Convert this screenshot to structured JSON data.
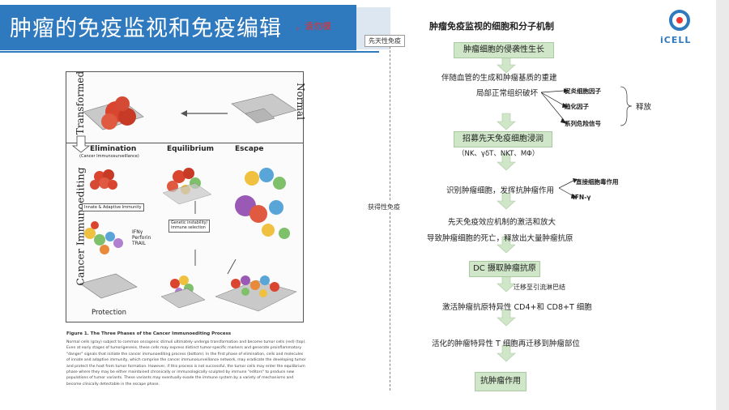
{
  "header": {
    "title": "肿瘤的免疫监视和免疫编辑",
    "overlay_fragment": "，请勿模"
  },
  "logo": {
    "text": "iCELL"
  },
  "figure": {
    "side_label_top": "Transformed",
    "side_label_top_right": "Normal",
    "side_label_bottom": "Cancer Immunoediting",
    "phase_elimination": "Elimination",
    "phase_elimination_sub": "(Cancer Immunosurveillance)",
    "phase_equilibrium": "Equilibrium",
    "phase_escape": "Escape",
    "protection": "Protection",
    "innate_adaptive": "Innate & Adaptive Immunity",
    "effector_list": "IFNγ\nPerforin\nTRAIL",
    "genetic_box": "Genetic instability/\nimmune selection",
    "caption_title": "Figure 1. The Three Phases of the Cancer Immunoediting Process",
    "caption_body": "Normal cells (gray) subject to common oncogenic stimuli ultimately undergo transformation and become tumor cells (red) (top). Even at early stages of tumorigenesis, these cells may express distinct tumor-specific markers and generate proinflammatory \"danger\" signals that initiate the cancer immunoediting process (bottom). In the first phase of elimination, cells and molecules of innate and adaptive immunity, which comprise the cancer immunosurveillance network, may eradicate the developing tumor and protect the host from tumor formation. However, if this process is not successful, the tumor cells may enter the equilibrium phase where they may be either maintained chronically or immunologically sculpted by immune \"editors\" to produce new populations of tumor variants. These variants may eventually evade the immune system by a variety of mechanisms and become clinically detectable in the escape phase."
  },
  "flow": {
    "title": "肿瘤免疫监视的细胞和分子机制",
    "innate_label": "先天性免疫",
    "acquired_label": "获得性免疫",
    "step1": "肿瘤细胞的侵袭性生长",
    "step2": "伴随血管的生成和肿瘤基质的重建",
    "step3": "局部正常组织破坏",
    "release_items": [
      "促炎细胞因子",
      "趋化因子",
      "系列危险信号"
    ],
    "release_label": "释放",
    "step4": "招募先天免疫细胞浸润",
    "step4_cells": "（NK、γδT、NKT、MΦ）",
    "step5": "识别肿瘤细胞，发挥抗肿瘤作用",
    "step5_branch1": "直接细胞毒作用",
    "step5_branch2": "IFN-γ",
    "step6": "先天免疫效应机制的激活和放大",
    "step7": "导致肿瘤细胞的死亡，释放出大量肿瘤抗原",
    "step8": "DC 摄取肿瘤抗原",
    "step9_side": "迁移至引流淋巴结",
    "step10": "激活肿瘤抗原特异性 CD4+和 CD8+T 细胞",
    "step11": "活化的肿瘤特异性 T 细胞再迁移到肿瘤部位",
    "step12": "抗肿瘤作用"
  }
}
